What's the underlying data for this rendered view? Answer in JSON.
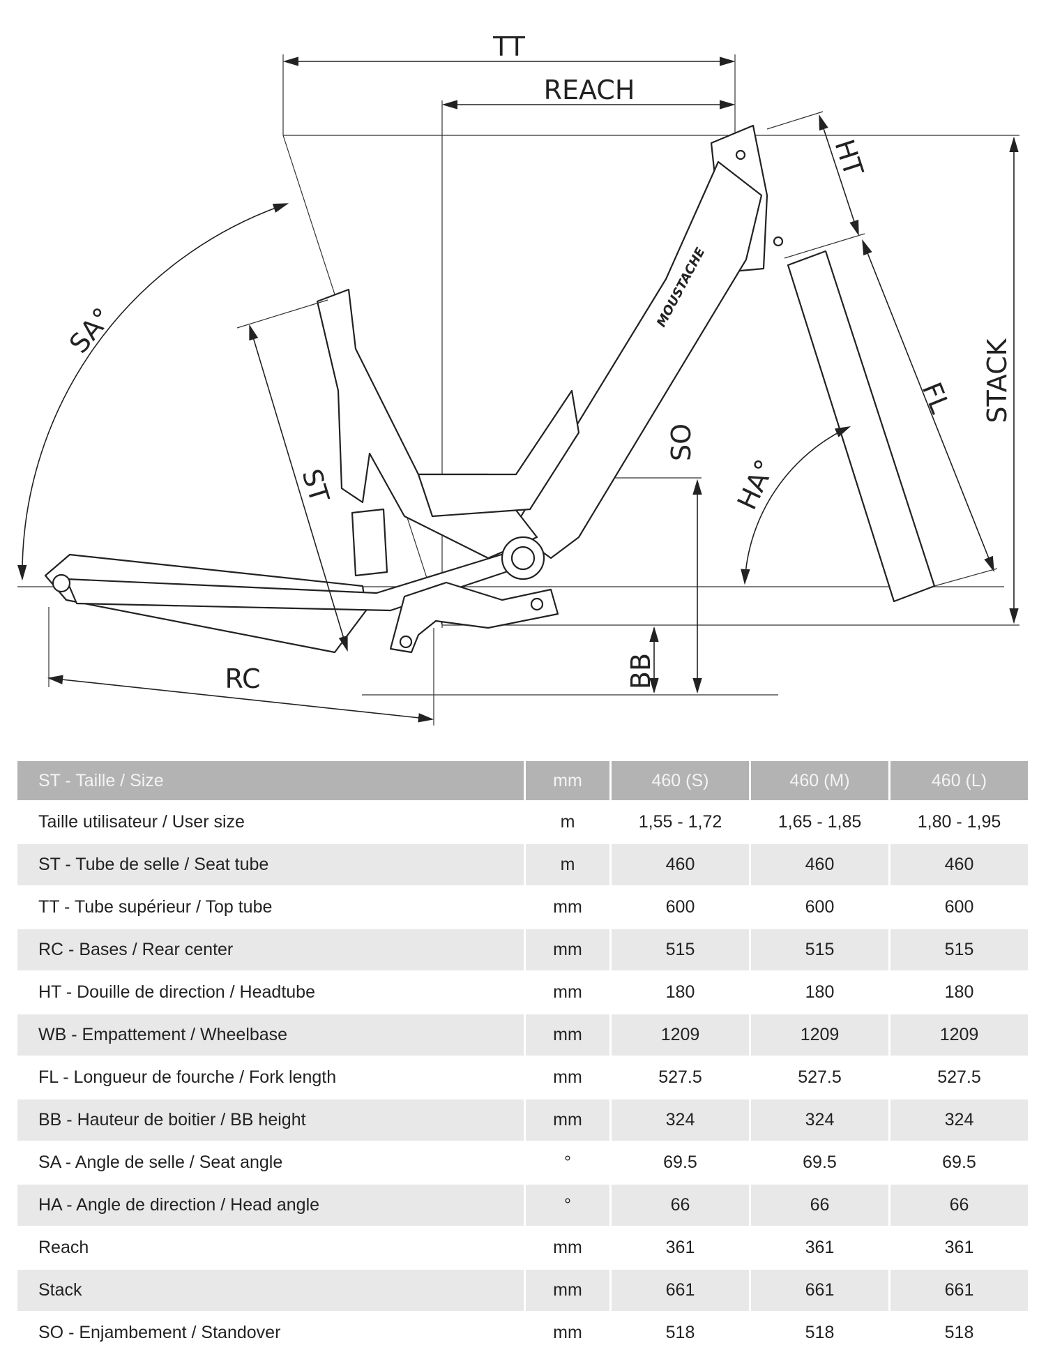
{
  "diagram": {
    "labels": {
      "tt": "TT",
      "reach": "REACH",
      "ht": "HT",
      "stack": "STACK",
      "fl": "FL",
      "so": "SO",
      "ha": "HA°",
      "sa": "SA°",
      "st": "ST",
      "rc": "RC",
      "bb": "BB"
    },
    "brand_logo": "MOUSTACHE"
  },
  "table": {
    "header": [
      "ST - Taille / Size",
      "mm",
      "460 (S)",
      "460 (M)",
      "460 (L)"
    ],
    "rows": [
      [
        "Taille utilisateur / User size",
        "m",
        "1,55 - 1,72",
        "1,65 - 1,85",
        "1,80 - 1,95"
      ],
      [
        "ST - Tube de selle / Seat tube",
        "m",
        "460",
        "460",
        "460"
      ],
      [
        "TT - Tube supérieur / Top tube",
        "mm",
        "600",
        "600",
        "600"
      ],
      [
        "RC - Bases / Rear center",
        "mm",
        "515",
        "515",
        "515"
      ],
      [
        "HT - Douille de direction / Headtube",
        "mm",
        "180",
        "180",
        "180"
      ],
      [
        "WB - Empattement / Wheelbase",
        "mm",
        "1209",
        "1209",
        "1209"
      ],
      [
        "FL - Longueur de fourche / Fork length",
        "mm",
        "527.5",
        "527.5",
        "527.5"
      ],
      [
        "BB - Hauteur de boitier / BB height",
        "mm",
        "324",
        "324",
        "324"
      ],
      [
        "SA - Angle de selle / Seat angle",
        "°",
        "69.5",
        "69.5",
        "69.5"
      ],
      [
        "HA - Angle de direction / Head angle",
        "°",
        "66",
        "66",
        "66"
      ],
      [
        "Reach",
        "mm",
        "361",
        "361",
        "361"
      ],
      [
        "Stack",
        "mm",
        "661",
        "661",
        "661"
      ],
      [
        "SO - Enjambement / Standover",
        "mm",
        "518",
        "518",
        "518"
      ]
    ]
  }
}
